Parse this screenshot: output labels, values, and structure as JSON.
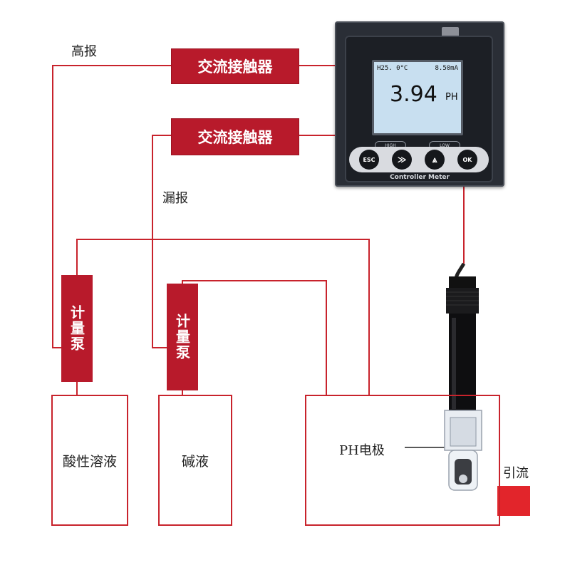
{
  "labels": {
    "high_alarm": "高报",
    "leak_alarm": "漏报",
    "contactor_1": "交流接触器",
    "contactor_2": "交流接触器",
    "pump_1": "计量泵",
    "pump_2": "计量泵",
    "acid_tank": "酸性溶液",
    "alkali_tank": "碱液",
    "electrode": "PH电极",
    "drain": "引流"
  },
  "meter": {
    "temperature": "H25. 0°C",
    "current": "8.50mA",
    "value": "3.94",
    "unit": "PH",
    "led_high": "HIGH",
    "led_low": "LOW",
    "keys": [
      "ESC",
      "≫",
      "⩓",
      "OK"
    ],
    "caption": "Controller Meter"
  },
  "colors": {
    "wire": "#c8232c",
    "label_fill": "#b81a2b",
    "lcd": "#c8dff0",
    "meter_body": "#2a2e36"
  }
}
